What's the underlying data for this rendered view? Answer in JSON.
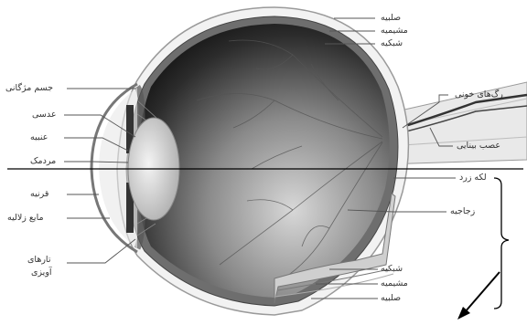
{
  "labels": {
    "sclera_top": "صلبیه",
    "choroid_top": "مشیمیه",
    "retina_top": "شبکیه",
    "ciliary_body": "جسم مژگانی",
    "lens": "عدسی",
    "iris": "عنبیه",
    "pupil": "مردمک",
    "cornea": "قرنیه",
    "aqueous_humor": "مایع زلالیه",
    "suspensory_line1": "تارهای",
    "suspensory_line2": "آویزی",
    "blood_vessels": "رگ‌های خونی",
    "optic_nerve": "عصب بینایی",
    "macula": "لکه زرد",
    "vitreous": "زجاجیه",
    "retina_bottom": "شبکیه",
    "choroid_bottom": "مشیمیه",
    "sclera_bottom": "صلبیه"
  },
  "colors": {
    "sclera": "#f2f2f2",
    "choroid": "#6e6e6e",
    "vitreous_dark": "#2a2a2a",
    "vitreous_light": "#cfcfcf",
    "lens": "#d9d9d9",
    "leader": "#555555",
    "accent_line": "#000000"
  }
}
